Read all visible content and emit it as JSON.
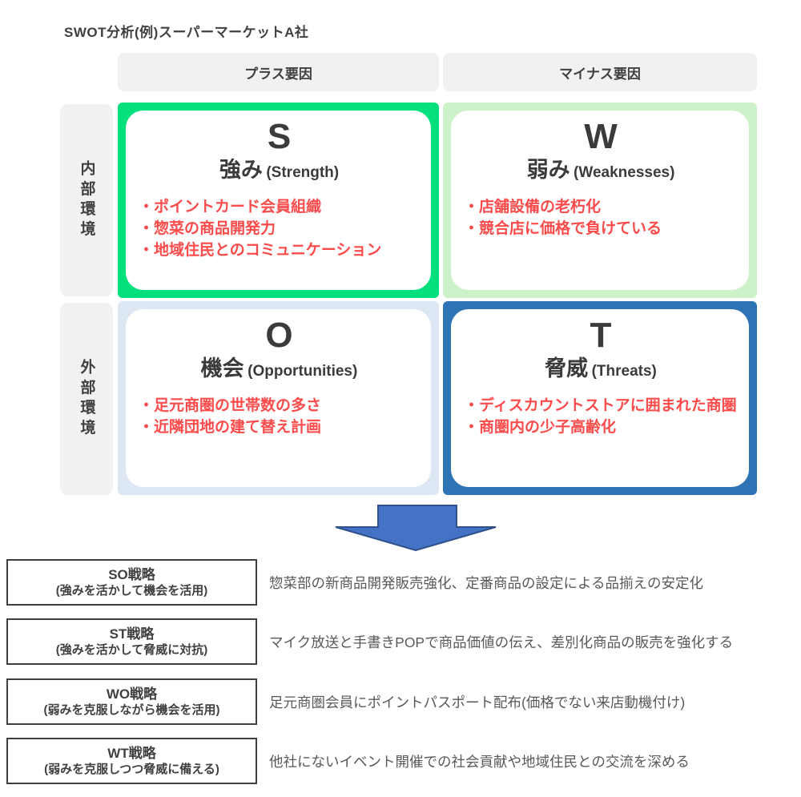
{
  "title": "SWOT分析(例)スーパーマーケットA社",
  "column_headers": {
    "plus": "プラス要因",
    "minus": "マイナス要因"
  },
  "row_headers": {
    "internal": "内部環境",
    "external": "外部環境"
  },
  "quadrants": [
    {
      "letter": "S",
      "jp": "強み",
      "en": "(Strength)",
      "items": [
        "・ポイントカード会員組織",
        "・惣菜の商品開発力",
        "・地域住民とのコミュニケーション"
      ]
    },
    {
      "letter": "W",
      "jp": "弱み",
      "en": "(Weaknesses)",
      "items": [
        "・店舗設備の老朽化",
        "・競合店に価格で負けている"
      ]
    },
    {
      "letter": "O",
      "jp": "機会",
      "en": "(Opportunities)",
      "items": [
        "・足元商圏の世帯数の多さ",
        "・近隣団地の建て替え計画"
      ]
    },
    {
      "letter": "T",
      "jp": "脅威",
      "en": "(Threats)",
      "items": [
        "・ディスカウントストアに囲まれた商圏",
        "・商圏内の少子高齢化"
      ]
    }
  ],
  "strategies": [
    {
      "name": "SO戦略",
      "sub": "(強みを活かして機会を活用)",
      "desc": "惣菜部の新商品開発販売強化、定番商品の設定による品揃えの安定化"
    },
    {
      "name": "ST戦略",
      "sub": "(強みを活かして脅威に対抗)",
      "desc": "マイク放送と手書きPOPで商品価値の伝え、差別化商品の販売を強化する"
    },
    {
      "name": "WO戦略",
      "sub": "(弱みを克服しながら機会を活用)",
      "desc": "足元商圏会員にポイントパスポート配布(価格でない来店動機付け)"
    },
    {
      "name": "WT戦略",
      "sub": "(弱みを克服しつつ脅威に備える)",
      "desc": "他社にないイベント開催での社会貢献や地域住民との交流を深める"
    }
  ],
  "colors": {
    "s-accent": "#04E07C",
    "w-accent": "#CDF2C9",
    "o-accent": "#DDE7F3",
    "t-accent": "#2E74B5",
    "bullet-red": "#FB4B4B",
    "header-bg": "#F1F1F1",
    "text-dark": "#404040",
    "text-desc": "#595959",
    "arrow-fill": "#4472C4",
    "arrow-stroke": "#2F528F"
  }
}
